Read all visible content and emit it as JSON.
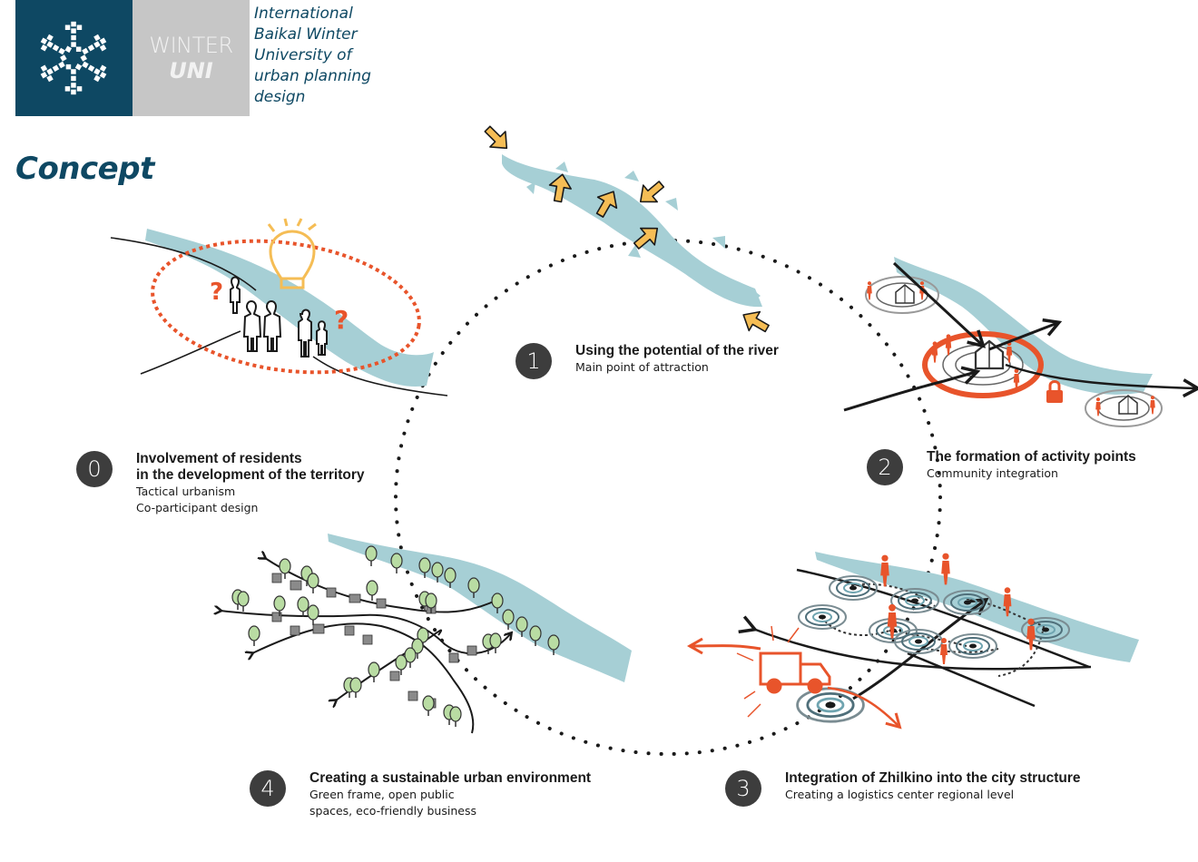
{
  "header": {
    "logo": {
      "icon": "snowflake-icon",
      "line1": "WINTER",
      "line2": "UNI",
      "colors": {
        "dark_panel": "#0e4863",
        "grey_panel": "#c6c6c6"
      }
    },
    "org_name_lines": [
      "International",
      "Baikal Winter",
      "University of",
      "urban planning",
      "design"
    ],
    "title": "Concept"
  },
  "colors": {
    "accent_blue": "#0e4863",
    "river": "#a6cfd5",
    "orange": "#e8542b",
    "yellow": "#f5bd55",
    "tree_green": "#b9dca3",
    "badge": "#3d3d3d"
  },
  "steps": [
    {
      "number": "0",
      "title_lines": [
        "Involvement of residents",
        "in the development of the territory"
      ],
      "subtitle_lines": [
        "Tactical urbanism",
        "Co-participant design"
      ]
    },
    {
      "number": "1",
      "title_lines": [
        "Using the potential of the river"
      ],
      "subtitle_lines": [
        "Main point of attraction"
      ]
    },
    {
      "number": "2",
      "title_lines": [
        "The formation of activity points"
      ],
      "subtitle_lines": [
        "Community integration"
      ]
    },
    {
      "number": "3",
      "title_lines": [
        "Integration of Zhilkino into the city structure"
      ],
      "subtitle_lines": [
        "Creating a logistics center regional level"
      ]
    },
    {
      "number": "4",
      "title_lines": [
        "Creating a sustainable urban environment"
      ],
      "subtitle_lines": [
        "Green frame, open public",
        "spaces, eco-friendly business"
      ]
    }
  ],
  "illustrations": [
    {
      "step": "0",
      "elements": [
        "river",
        "roads",
        "people-group-icon",
        "question-mark-icon",
        "lightbulb-icon",
        "dotted-ellipse"
      ]
    },
    {
      "step": "1",
      "elements": [
        "river",
        "attraction-arrow-icon"
      ]
    },
    {
      "step": "2",
      "elements": [
        "river",
        "activity-hub",
        "house-icon",
        "lock-icon",
        "connection-arrows"
      ]
    },
    {
      "step": "3",
      "elements": [
        "river",
        "network-nodes",
        "truck-icon",
        "pedestrian-icon",
        "logistics-arrows"
      ]
    },
    {
      "step": "4",
      "elements": [
        "river",
        "green-corridors",
        "tree-icon",
        "house-icon"
      ]
    }
  ]
}
